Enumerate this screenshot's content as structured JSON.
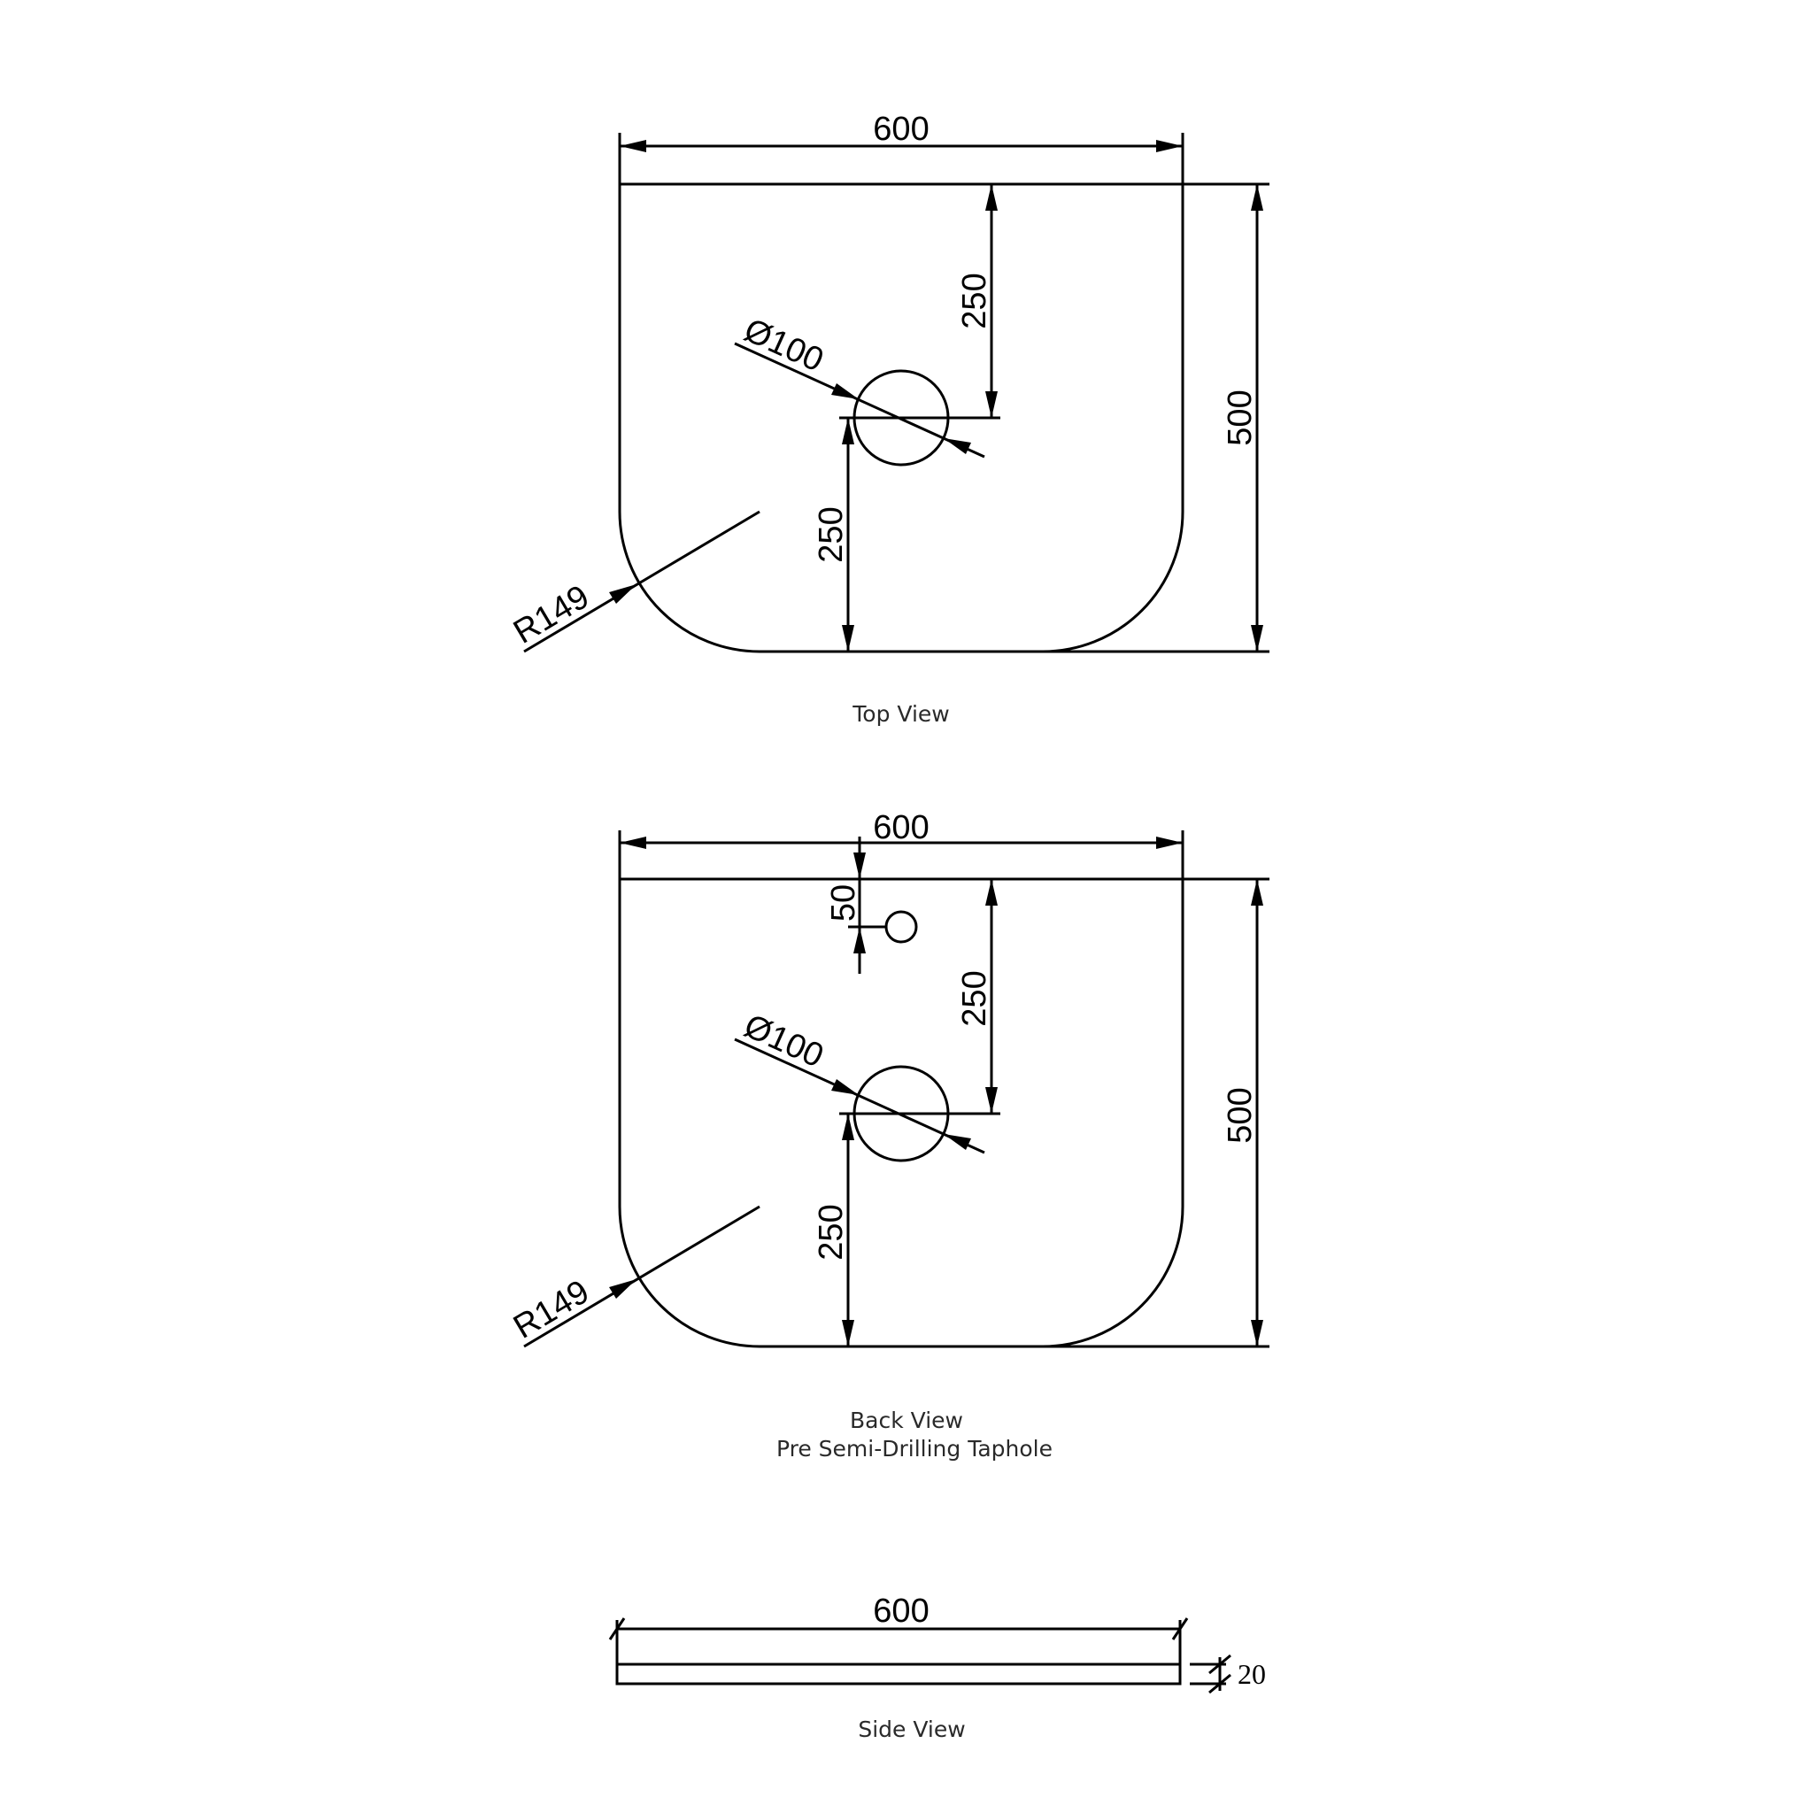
{
  "views": {
    "top": {
      "caption": "Top View",
      "width_label": "600",
      "depth_label": "500",
      "hole_to_back_label": "250",
      "hole_to_front_label": "250",
      "hole_diameter_label": "Ø100",
      "corner_radius_label": "R149"
    },
    "back": {
      "caption_line1": "Back View",
      "caption_line2": "Pre Semi-Drilling Taphole",
      "width_label": "600",
      "depth_label": "500",
      "taphole_offset_label": "50",
      "hole_to_back_label": "250",
      "hole_to_front_label": "250",
      "hole_diameter_label": "Ø100",
      "corner_radius_label": "R149"
    },
    "side": {
      "caption": "Side View",
      "width_label": "600",
      "thickness_label": "20"
    }
  },
  "colors": {
    "line": "#000000",
    "caption": "#2a2a2a",
    "background": "#ffffff"
  }
}
